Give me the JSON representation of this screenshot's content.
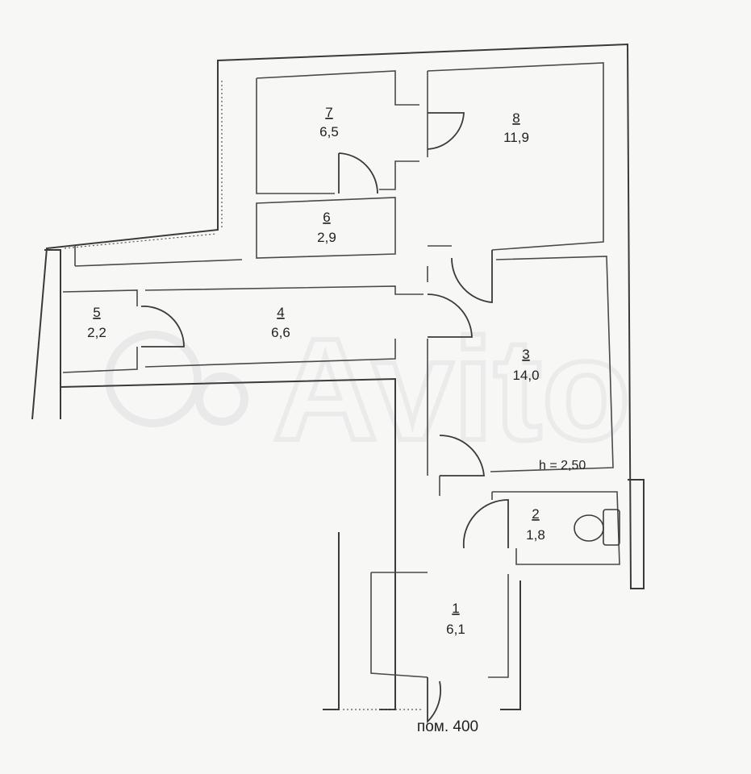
{
  "rooms": [
    {
      "number": "1",
      "area": "6,1"
    },
    {
      "number": "2",
      "area": "1,8"
    },
    {
      "number": "3",
      "area": "14,0"
    },
    {
      "number": "4",
      "area": "6,6"
    },
    {
      "number": "5",
      "area": "2,2"
    },
    {
      "number": "6",
      "area": "2,9"
    },
    {
      "number": "7",
      "area": "6,5"
    },
    {
      "number": "8",
      "area": "11,9"
    }
  ],
  "ceiling_height": "h = 2,50",
  "premises_label": "пом. 400",
  "watermark": "Avito"
}
